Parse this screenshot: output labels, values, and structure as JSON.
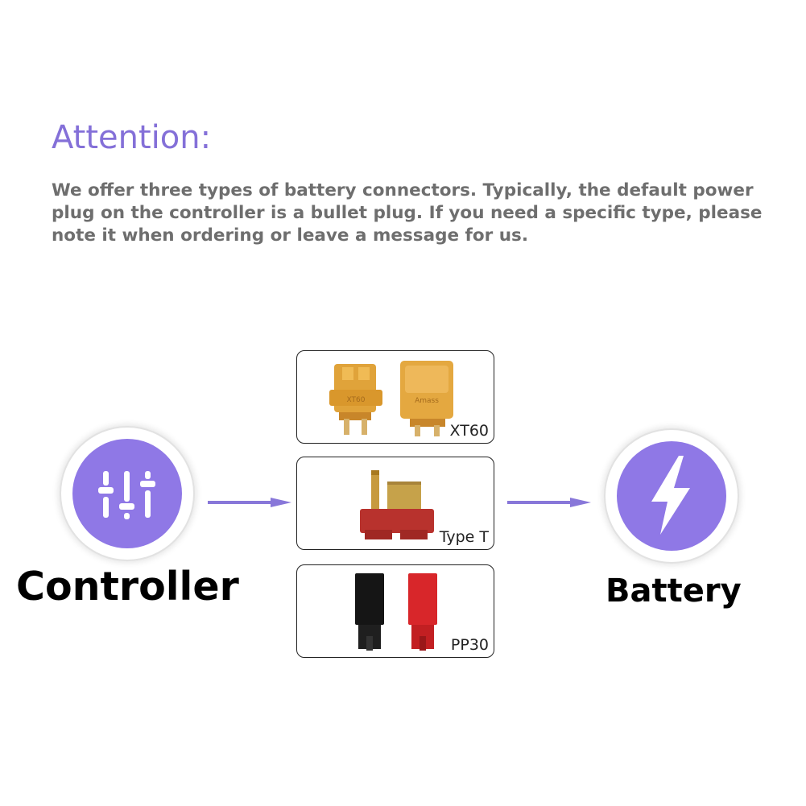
{
  "notice": {
    "heading": "Attention:",
    "body": "We offer three types of battery connectors. Typically, the default power plug on the controller is a bullet plug. If you need a specific type, please note it when ordering or leave a message for us."
  },
  "diagram": {
    "source": {
      "label": "Controller",
      "icon": "sliders-icon"
    },
    "target": {
      "label": "Battery",
      "icon": "lightning-bolt-icon"
    },
    "connectors": [
      {
        "label": "XT60",
        "markings": [
          "XT60",
          "Amass"
        ]
      },
      {
        "label": "Type T"
      },
      {
        "label": "PP30"
      }
    ]
  },
  "colors": {
    "heading": "#8470d8",
    "body_text": "#6e6e6e",
    "icon_fill": "#8f78e6",
    "arrow": "#8877d9",
    "xt60_body": "#e0a33a",
    "typet_body": "#b8322d",
    "pp30_black": "#151515",
    "pp30_red": "#d8262a"
  }
}
